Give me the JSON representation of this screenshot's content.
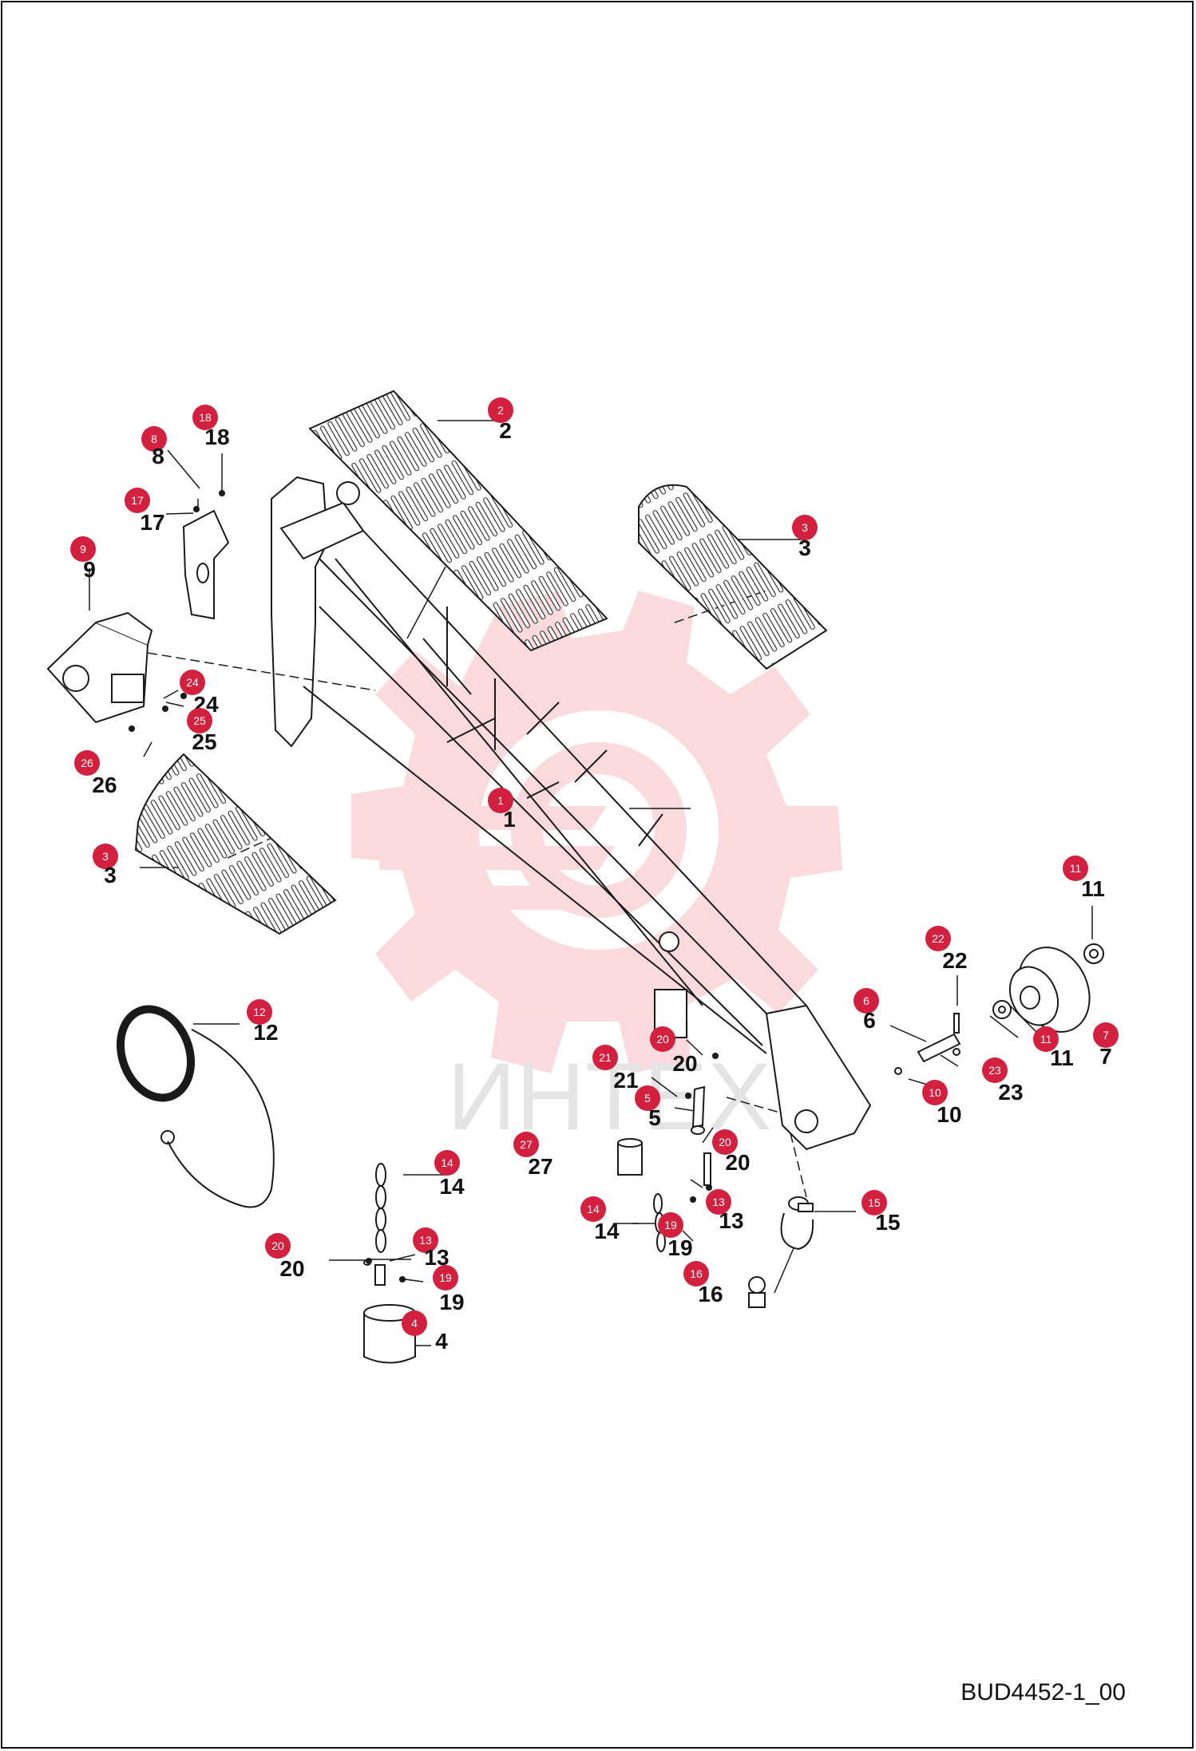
{
  "watermark": {
    "text": "ИНТЕХ",
    "color": "#f4c7c9"
  },
  "colors": {
    "callout": "#d3203e",
    "callout_text": "#ffffff",
    "line": "#1a1a1a",
    "part_fill": "#e9e9e9"
  },
  "drawing_code": "BUD4452-1_00",
  "callouts": [
    {
      "num": "1",
      "label": "1"
    },
    {
      "num": "2",
      "label": "2"
    },
    {
      "num": "3",
      "label": "3"
    },
    {
      "num": "3",
      "label": "3"
    },
    {
      "num": "4",
      "label": "4"
    },
    {
      "num": "5",
      "label": "5"
    },
    {
      "num": "6",
      "label": "6"
    },
    {
      "num": "7",
      "label": "7"
    },
    {
      "num": "8",
      "label": "8"
    },
    {
      "num": "9",
      "label": "9"
    },
    {
      "num": "10",
      "label": "10"
    },
    {
      "num": "11",
      "label": "11"
    },
    {
      "num": "11",
      "label": "11"
    },
    {
      "num": "12",
      "label": "12"
    },
    {
      "num": "13",
      "label": "13"
    },
    {
      "num": "13",
      "label": "13"
    },
    {
      "num": "14",
      "label": "14"
    },
    {
      "num": "14",
      "label": "14"
    },
    {
      "num": "15",
      "label": "15"
    },
    {
      "num": "16",
      "label": "16"
    },
    {
      "num": "17",
      "label": "17"
    },
    {
      "num": "18",
      "label": "18"
    },
    {
      "num": "19",
      "label": "19"
    },
    {
      "num": "19",
      "label": "19"
    },
    {
      "num": "20",
      "label": "20"
    },
    {
      "num": "20",
      "label": "20"
    },
    {
      "num": "20",
      "label": "20"
    },
    {
      "num": "21",
      "label": "21"
    },
    {
      "num": "22",
      "label": "22"
    },
    {
      "num": "23",
      "label": "23"
    },
    {
      "num": "24",
      "label": "24"
    },
    {
      "num": "25",
      "label": "25"
    },
    {
      "num": "26",
      "label": "26"
    },
    {
      "num": "27",
      "label": "27"
    }
  ]
}
